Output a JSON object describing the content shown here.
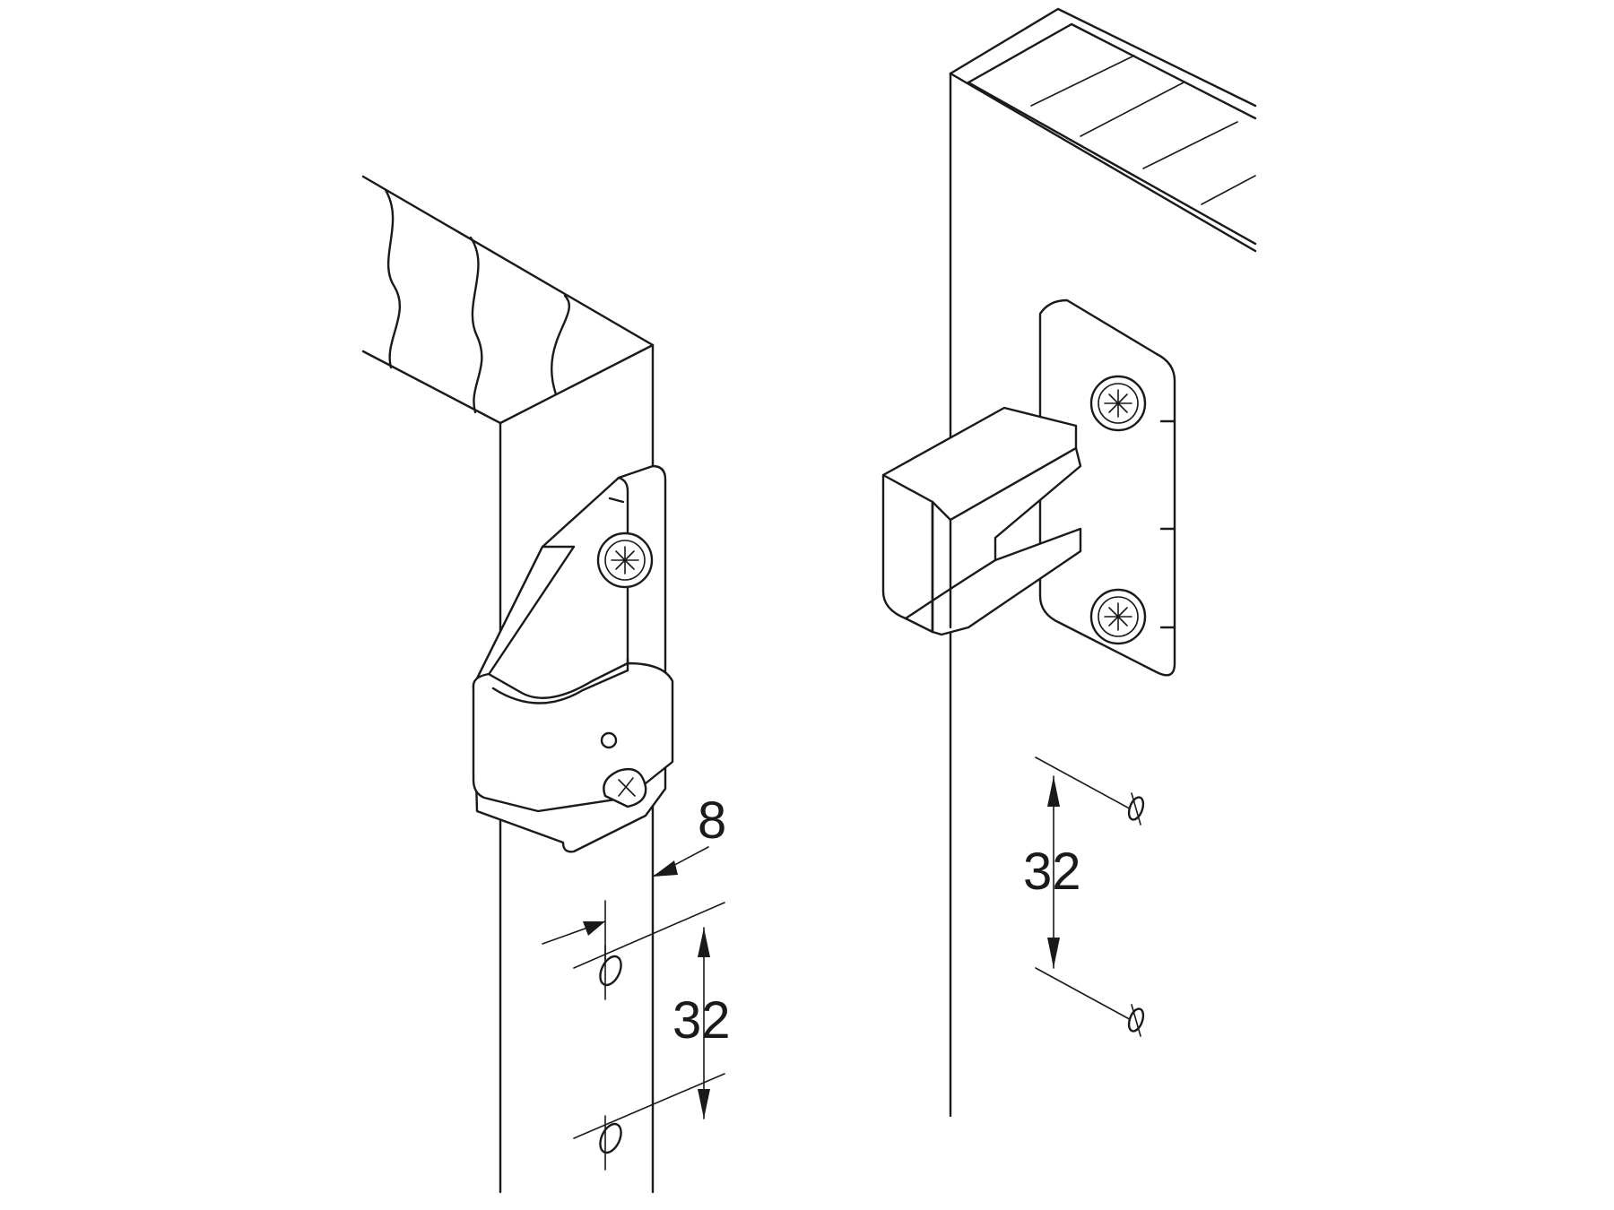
{
  "diagram": {
    "left_view": {
      "dim_offset_label": "8",
      "dim_pitch_label": "32"
    },
    "right_view": {
      "dim_pitch_label": "32"
    }
  },
  "colors": {
    "line": "#1a1a1a",
    "background": "#ffffff"
  }
}
